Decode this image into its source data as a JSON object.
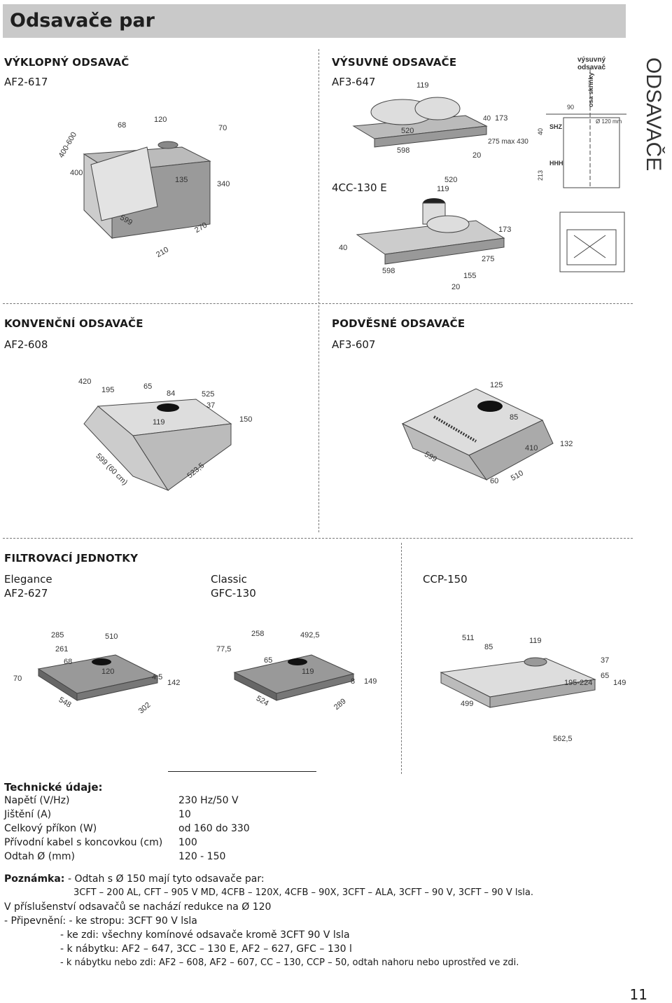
{
  "header": {
    "title": "Odsavače par",
    "side_label": "ODSAVAČE"
  },
  "sections": {
    "vyklopny": {
      "title": "VÝKLOPNÝ ODSAVAČ",
      "model": "AF2-617",
      "dims": [
        "400-600",
        "68",
        "120",
        "70",
        "400",
        "135",
        "340",
        "599",
        "270",
        "210"
      ]
    },
    "vysuvne": {
      "title": "VÝSUVNÉ ODSAVAČE",
      "model": "AF3-647",
      "model2": "4CC-130 E",
      "dims": [
        "119",
        "520",
        "40",
        "173",
        "598",
        "20",
        "275 max 430",
        "520",
        "119",
        "173",
        "40",
        "598",
        "275",
        "155",
        "20"
      ],
      "cabinet": [
        "výsuvný",
        "odsavač",
        "osa skříňky",
        "90",
        "Ø 120 mm",
        "SHZ",
        "HHH",
        "40",
        "213"
      ]
    },
    "konvencni": {
      "title": "KONVENČNÍ ODSAVAČE",
      "model": "AF2-608",
      "dims": [
        "420",
        "195",
        "65",
        "84",
        "525",
        "37",
        "119",
        "150",
        "599 (60 cm)",
        "523,5"
      ]
    },
    "podvesne": {
      "title": "PODVĚSNÉ ODSAVAČE",
      "model": "AF3-607",
      "dims": [
        "125",
        "85",
        "410",
        "132",
        "599",
        "60",
        "510"
      ]
    },
    "filtry": {
      "title": "FILTROVACÍ JEDNOTKY",
      "elegance": {
        "name": "Elegance",
        "model": "AF2-627",
        "dims": [
          "285",
          "510",
          "261",
          "68",
          "120",
          "70",
          "4,5",
          "142",
          "548",
          "302"
        ]
      },
      "classic": {
        "name": "Classic",
        "model": "GFC-130",
        "dims": [
          "258",
          "492,5",
          "77,5",
          "65",
          "119",
          "8",
          "149",
          "524",
          "289"
        ]
      },
      "ccp": {
        "name": "CCP-150",
        "dims": [
          "511",
          "85",
          "119",
          "37",
          "65",
          "195-224",
          "149",
          "499",
          "562,5"
        ]
      }
    }
  },
  "specs": {
    "title": "Technické údaje:",
    "rows": [
      {
        "label": "Napětí (V/Hz)",
        "value": "230 Hz/50 V"
      },
      {
        "label": "Jištění (A)",
        "value": "10"
      },
      {
        "label": "Celkový příkon (W)",
        "value": "od 160 do 330"
      },
      {
        "label": "Přívodní kabel s koncovkou (cm)",
        "value": "100"
      },
      {
        "label": "Odtah Ø (mm)",
        "value": "120 - 150"
      }
    ]
  },
  "note": {
    "label": "Poznámka:",
    "line1": "- Odtah s Ø 150 mají tyto odsavače par:",
    "line2": "3CFT – 200 AL, CFT – 905 V MD, 4CFB – 120X, 4CFB – 90X, 3CFT – ALA, 3CFT – 90 V, 3CFT – 90 V lsla.",
    "line3": "V příslušenství odsavačů se nachází redukce na Ø 120",
    "line4": "- Připevnění: - ke stropu: 3CFT 90 V lsla",
    "line5": "- ke zdi: všechny komínové odsavače kromě 3CFT 90 V lsla",
    "line6": "- k nábytku: AF2 – 647, 3CC – 130 E, AF2 – 627, GFC – 130 l",
    "line7": "- k nábytku nebo zdi: AF2 – 608, AF2 – 607, CC – 130, CCP – 50, odtah nahoru nebo uprostřed ve zdi."
  },
  "page_number": "11"
}
